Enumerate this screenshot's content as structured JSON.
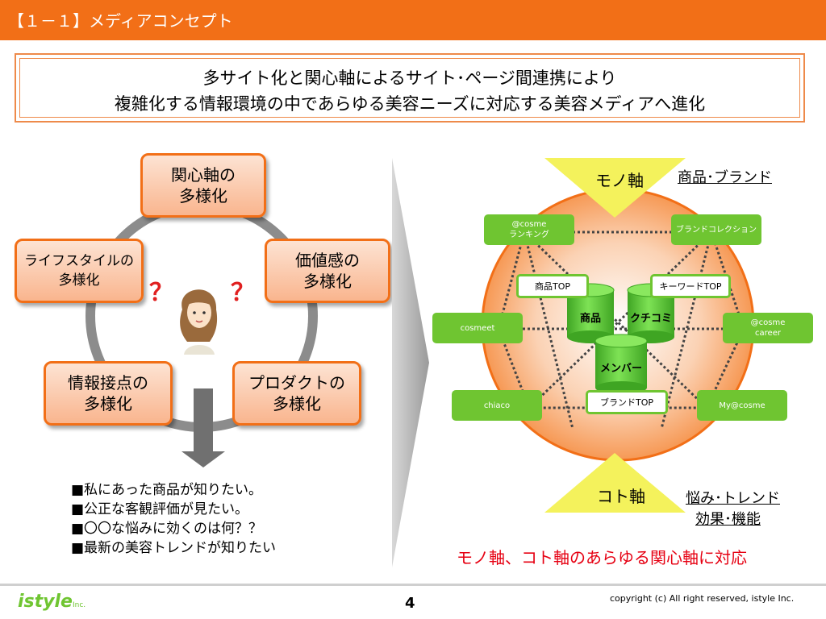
{
  "header": {
    "title": "【１－１】メディアコンセプト"
  },
  "banner": {
    "line1": "多サイト化と関心軸によるサイト･ページ間連携により",
    "line2": "複雑化する情報環境の中であらゆる美容ニーズに対応する美容メディアへ進化"
  },
  "diversity": {
    "top": [
      "関心軸の",
      "多様化"
    ],
    "right": [
      "価値感の",
      "多様化"
    ],
    "left": [
      "ライフスタイルの",
      "多様化"
    ],
    "bottom_left": [
      "情報接点の",
      "多様化"
    ],
    "bottom_right": [
      "プロダクトの",
      "多様化"
    ],
    "question_mark": "？"
  },
  "needs": [
    "■私にあった商品が知りたい。",
    "■公正な客観評価が見たい。",
    "■〇〇な悩みに効くのは何？？",
    "■最新の美容トレンドが知りたい"
  ],
  "axes": {
    "mono": {
      "label": "モノ軸",
      "desc": "商品･ブランド"
    },
    "koto": {
      "label": "コト軸",
      "desc_line1": "悩み･トレンド",
      "desc_line2": "効果･機能"
    }
  },
  "sites": {
    "ranking": [
      "@cosme",
      "ランキング"
    ],
    "brand_collection": "ブランドコレクション",
    "cosmeet": "cosmeet",
    "career": [
      "@cosme",
      "career"
    ],
    "chiaco": "chiaco",
    "my_cosme": "My@cosme"
  },
  "pages": {
    "product_top": "商品TOP",
    "keyword_top": "キーワードTOP",
    "brand_top": "ブランドTOP"
  },
  "databases": {
    "product": "商品",
    "review": "クチコミ",
    "member": "メンバー"
  },
  "conclusion": "モノ軸、コト軸のあらゆる関心軸に対応",
  "footer": {
    "logo": "istyle",
    "logo_sub": "Inc.",
    "page_number": "4",
    "copyright": "copyright (c) All right reserved, istyle Inc."
  },
  "colors": {
    "brand_orange": "#f26f17",
    "site_green": "#6fc531",
    "axis_yellow": "#f4f25c",
    "conclusion_red": "#e60012"
  }
}
